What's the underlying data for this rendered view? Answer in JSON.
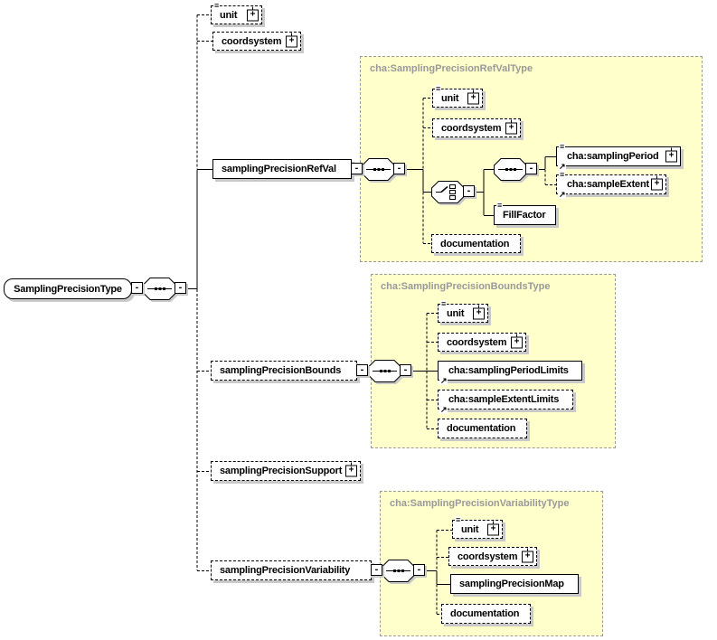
{
  "root_label": "SamplingPrecisionType",
  "icons": {
    "expand": "+",
    "collapse": "-",
    "attributes": "≡",
    "reference": "↗"
  },
  "colors": {
    "container_fill": "#ffffcc",
    "container_border": "#9a9a9a",
    "header_text": "#999999",
    "box_shadow": "#c9c9c9",
    "line": "#000000"
  },
  "top": {
    "unit": "unit",
    "coordsystem": "coordsystem"
  },
  "refval": {
    "element": "samplingPrecisionRefVal",
    "type_header": "cha:SamplingPrecisionRefValType",
    "unit": "unit",
    "coordsystem": "coordsystem",
    "sampling_period": "cha:samplingPeriod",
    "sample_extent": "cha:sampleExtent",
    "fill_factor": "FillFactor",
    "documentation": "documentation"
  },
  "bounds": {
    "element": "samplingPrecisionBounds",
    "type_header": "cha:SamplingPrecisionBoundsType",
    "unit": "unit",
    "coordsystem": "coordsystem",
    "sampling_period_limits": "cha:samplingPeriodLimits",
    "sample_extent_limits": "cha:sampleExtentLimits",
    "documentation": "documentation"
  },
  "support": {
    "element": "samplingPrecisionSupport"
  },
  "variability": {
    "element": "samplingPrecisionVariability",
    "type_header": "cha:SamplingPrecisionVariabilityType",
    "unit": "unit",
    "coordsystem": "coordsystem",
    "sampling_precision_map": "samplingPrecisionMap",
    "documentation": "documentation"
  }
}
